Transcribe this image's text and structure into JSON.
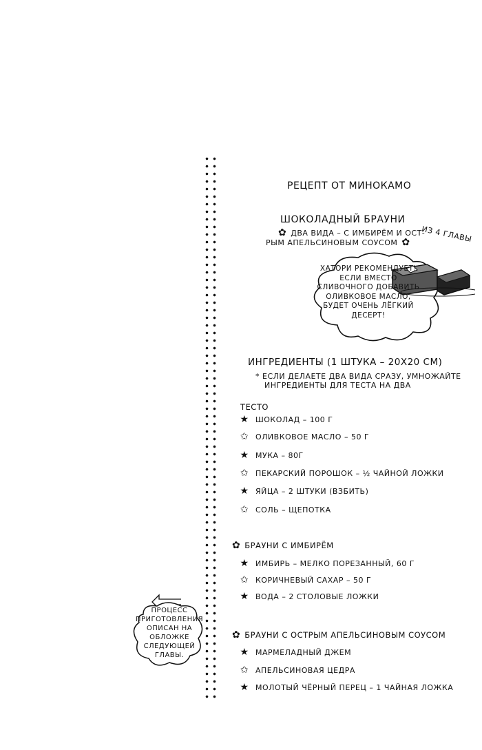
{
  "recipe": {
    "title": "РЕЦЕПТ ОТ МИНОКАМО",
    "dish_name": "ШОКОЛАДНЫЙ БРАУНИ",
    "subtitle_line1": "ДВА ВИДА – С ИМБИРЁМ И ОСТ-",
    "subtitle_line2": "РЫМ АПЕЛЬСИНОВЫМ СОУСОМ",
    "chapter_note": "ИЗ 4 ГЛАВЫ",
    "tip": "ХАТОРИ РЕКОМЕНДУЕТ! ЕСЛИ ВМЕСТО СЛИВОЧНОГО ДОБАВИТЬ ОЛИВКОВОЕ МАСЛО, БУДЕТ ОЧЕНЬ ЛЁГКИЙ ДЕСЕРТ!",
    "ingredients_title": "ИНГРЕДИЕНТЫ (1 ШТУКА – 20Х20 СМ)",
    "note_line1": "* ЕСЛИ ДЕЛАЕТЕ ДВА ВИДА СРАЗУ, УМНОЖАЙТЕ",
    "note_line2": "ИНГРЕДИЕНТЫ ДЛЯ ТЕСТА НА ДВА"
  },
  "dough": {
    "label": "ТЕСТО",
    "items": [
      {
        "text": "ШОКОЛАД – 100 Г",
        "star": "★"
      },
      {
        "text": "ОЛИВКОВОЕ МАСЛО – 50 Г",
        "star": "✩"
      },
      {
        "text": "МУКА – 80Г",
        "star": "★"
      },
      {
        "text": "ПЕКАРСКИЙ ПОРОШОК – ½ ЧАЙНОЙ ЛОЖКИ",
        "star": "✩"
      },
      {
        "text": "ЯЙЦА – 2 ШТУКИ (ВЗБИТЬ)",
        "star": "★"
      },
      {
        "text": "СОЛЬ – ЩЕПОТКА",
        "star": "✩"
      }
    ]
  },
  "ginger": {
    "label": "БРАУНИ С ИМБИРЁМ",
    "items": [
      {
        "text": "ИМБИРЬ – МЕЛКО ПОРЕЗАННЫЙ, 60 Г",
        "star": "★"
      },
      {
        "text": "КОРИЧНЕВЫЙ САХАР – 50 Г",
        "star": "✩"
      },
      {
        "text": "ВОДА – 2 СТОЛОВЫЕ ЛОЖКИ",
        "star": "★"
      }
    ]
  },
  "orange": {
    "label": "БРАУНИ С ОСТРЫМ АПЕЛЬСИНОВЫМ СОУСОМ",
    "items": [
      {
        "text": "МАРМЕЛАДНЫЙ ДЖЕМ",
        "star": "★"
      },
      {
        "text": "АПЕЛЬСИНОВАЯ ЦЕДРА",
        "star": "✩"
      },
      {
        "text": "МОЛОТЫЙ ЧЁРНЫЙ ПЕРЕЦ – 1 ЧАЙНАЯ ЛОЖКА",
        "star": "★"
      }
    ]
  },
  "next_chapter_note": "ПРОЦЕСС ПРИГОТОВЛЕНИЯ ОПИСАН НА ОБЛОЖКЕ СЛЕДУЮЩЕЙ ГЛАВЫ.",
  "icons": {
    "flower": "flower-icon",
    "star_filled": "star-filled-icon",
    "star_outline": "star-outline-icon",
    "arrow": "arrow-left-icon"
  }
}
